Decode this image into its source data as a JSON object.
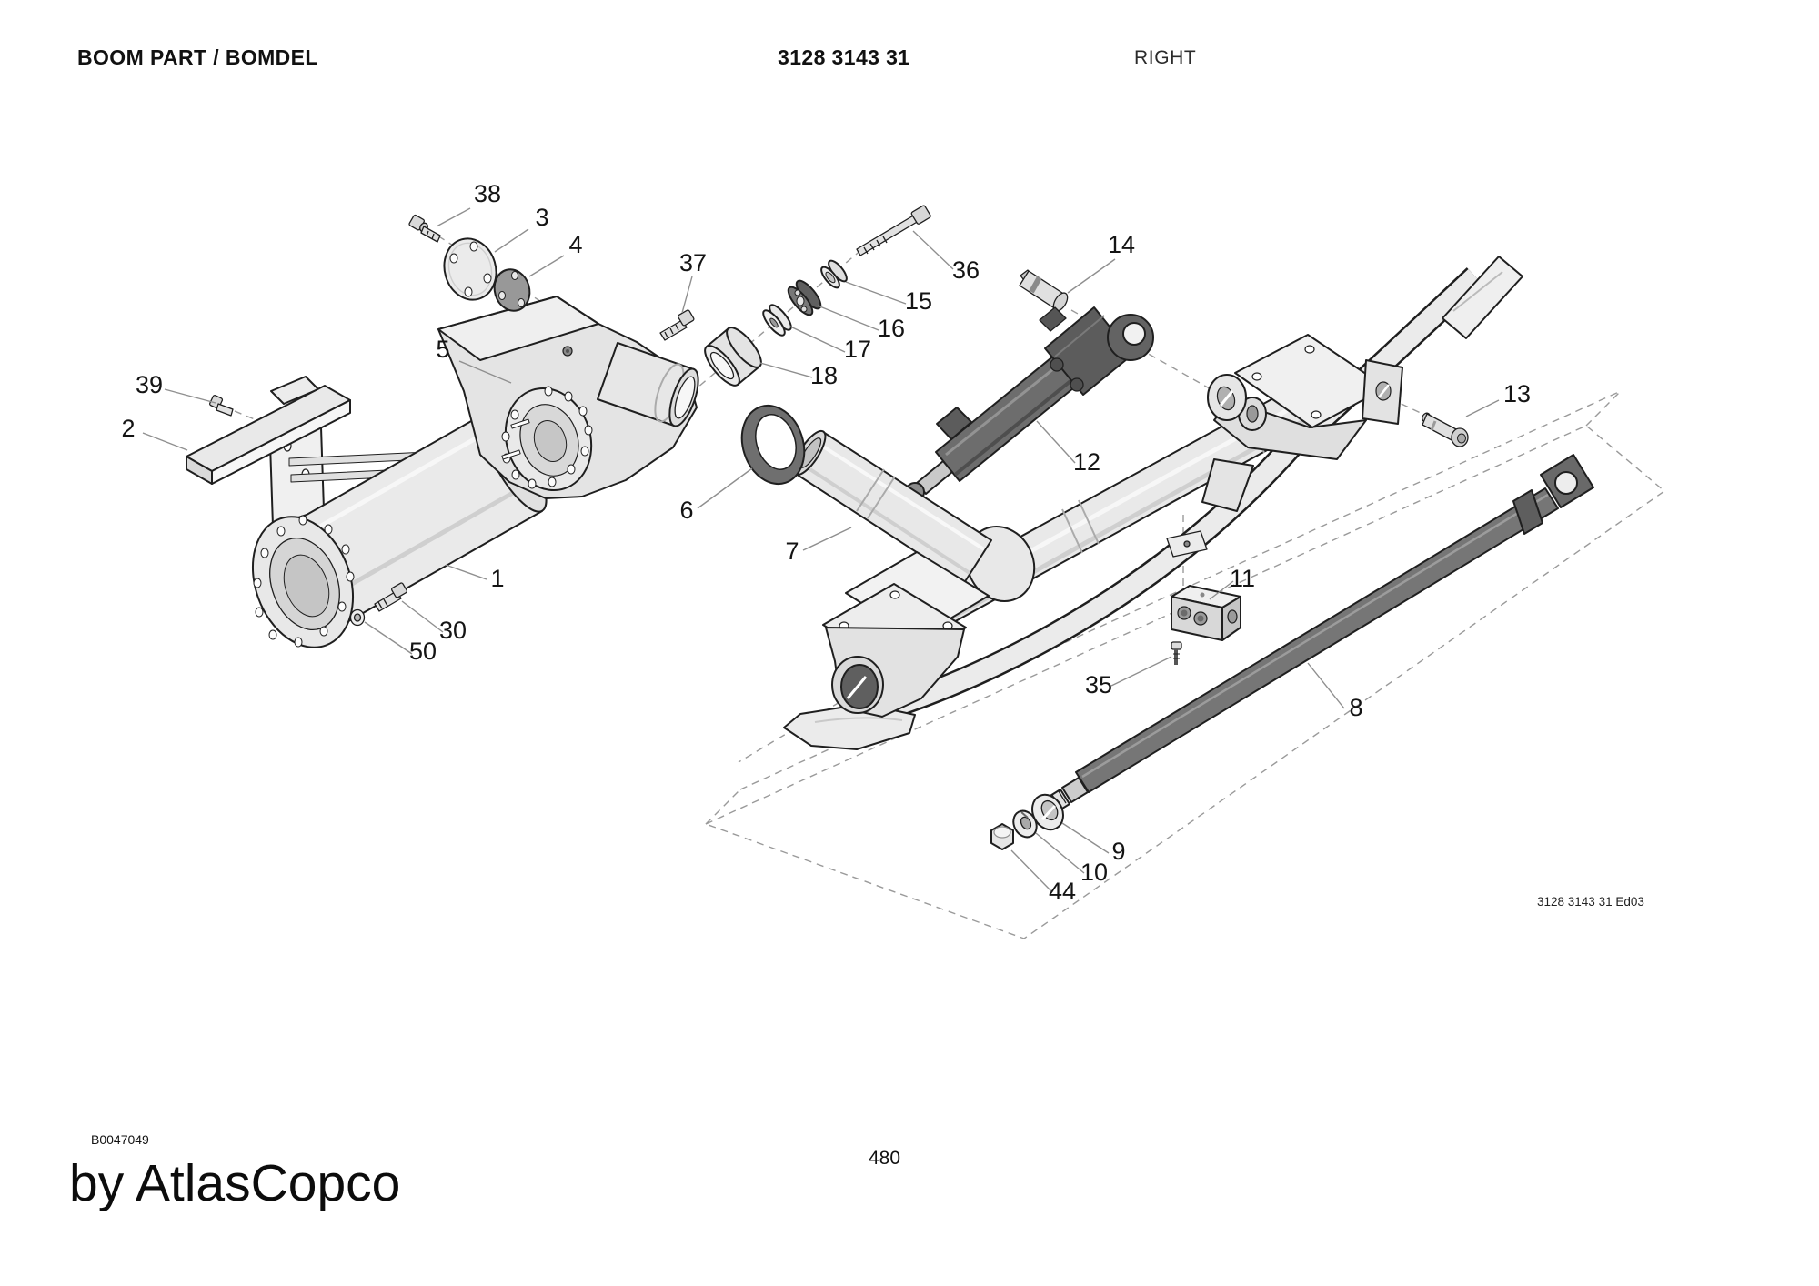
{
  "header": {
    "title": "BOOM PART / BOMDEL",
    "part_number": "3128 3143 31",
    "side_label": "RIGHT"
  },
  "diagram": {
    "description": "Exploded view of boom part assembly, right side",
    "edition_ref": "3128 3143 31 Ed03",
    "callouts": [
      {
        "n": "38"
      },
      {
        "n": "3"
      },
      {
        "n": "4"
      },
      {
        "n": "37"
      },
      {
        "n": "36"
      },
      {
        "n": "15"
      },
      {
        "n": "16"
      },
      {
        "n": "17"
      },
      {
        "n": "18"
      },
      {
        "n": "14"
      },
      {
        "n": "5"
      },
      {
        "n": "39"
      },
      {
        "n": "2"
      },
      {
        "n": "13"
      },
      {
        "n": "6"
      },
      {
        "n": "12"
      },
      {
        "n": "1"
      },
      {
        "n": "7"
      },
      {
        "n": "30"
      },
      {
        "n": "50"
      },
      {
        "n": "11"
      },
      {
        "n": "35"
      },
      {
        "n": "8"
      },
      {
        "n": "9"
      },
      {
        "n": "10"
      },
      {
        "n": "44"
      }
    ]
  },
  "footer": {
    "drawing_code": "B0047049",
    "brand_line": "by AtlasCopco",
    "page_number": "480"
  },
  "colors": {
    "background": "#ffffff",
    "outline": "#1f1f1f",
    "part_light": "#ebebeb",
    "part_mid": "#d9d9d9",
    "part_dark": "#6d6d6d",
    "leader": "#8f8f8f",
    "dashed_guide": "#9a9a9a"
  }
}
